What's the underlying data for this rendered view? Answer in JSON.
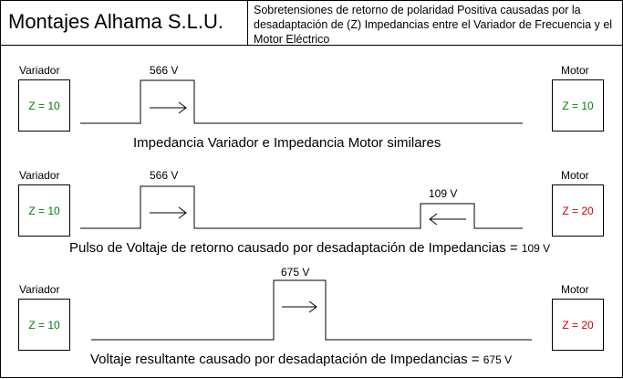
{
  "header": {
    "company": "Montajes Alhama S.L.U.",
    "description": "Sobretensiones de retorno de polaridad Positiva causadas por la desadaptación de (Z) Impedancias entre el Variador de Frecuencia y el Motor Eléctrico"
  },
  "colors": {
    "match": "#008000",
    "mismatch": "#d00000"
  },
  "scenarios": [
    {
      "left_label": "Variador",
      "left_impedance": "Z = 10",
      "right_label": "Motor",
      "right_impedance": "Z = 10",
      "pulse_voltage": "566 V",
      "caption": "Impedancia Variador e Impedancia Motor similares"
    },
    {
      "left_label": "Variador",
      "left_impedance": "Z = 10",
      "right_label": "Motor",
      "right_impedance": "Z = 20",
      "pulse_voltage": "566 V",
      "reflected_voltage": "109 V",
      "caption": "Pulso de Voltaje de retorno causado por desadaptación de Impedancias =",
      "caption_value": "109 V"
    },
    {
      "left_label": "Variador",
      "left_impedance": "Z = 10",
      "right_label": "Motor",
      "right_impedance": "Z = 20",
      "pulse_voltage": "675 V",
      "caption": "Voltaje resultante causado por desadaptación de Impedancias =",
      "caption_value": "675 V"
    }
  ]
}
